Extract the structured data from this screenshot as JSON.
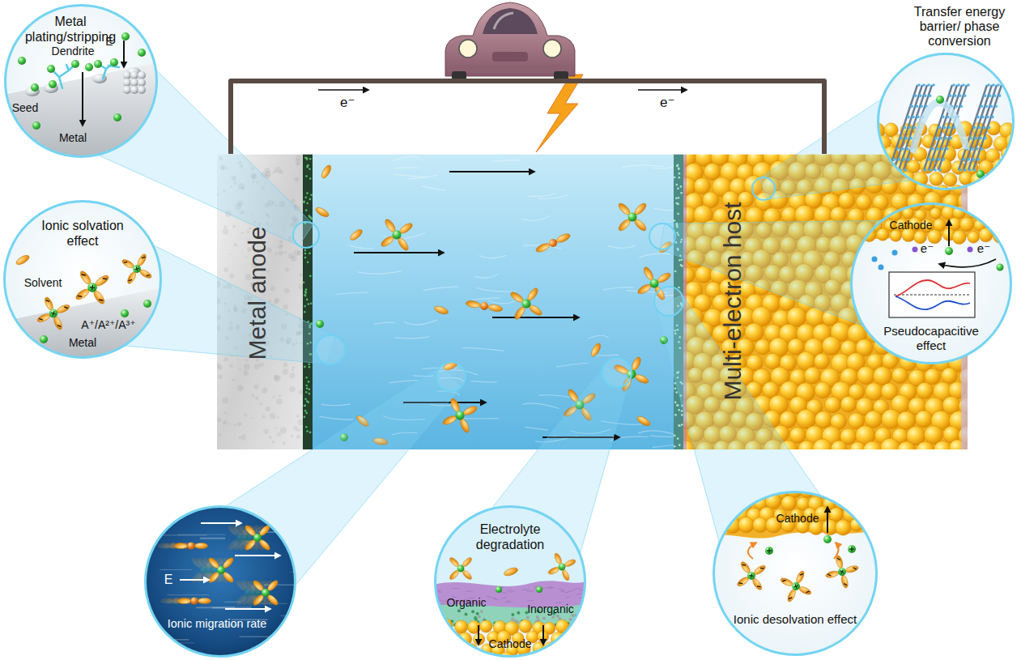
{
  "diagram": {
    "nodes": [
      {
        "text": [
          "Metal plating/stripping",
          "Dendrite",
          "E",
          "Seed",
          "Metal"
        ]
      },
      {
        "text": [
          "Transfer energy barrier/ phase conversion"
        ]
      },
      {
        "text": [
          "Ionic solvation effect",
          "Solvent",
          "A⁺/A²⁺/A³⁺",
          "Metal"
        ]
      },
      {
        "text": [
          "Metal anode"
        ]
      },
      {
        "text": [
          "Multi-electron host"
        ]
      },
      {
        "text": [
          "Pseudocapacitive effect",
          "Cathode",
          "e⁻",
          "e⁻"
        ]
      },
      {
        "text": [
          "Ionic migration rate",
          "E"
        ]
      },
      {
        "text": [
          "Electrolyte degradation",
          "Organic",
          "Inorganic",
          "Cathode"
        ]
      },
      {
        "text": [
          "Ionic desolvation effect",
          "Cathode"
        ]
      }
    ],
    "edges": [
      {
        "from": 3,
        "to": 4,
        "arrow": "none"
      }
    ],
    "labels": [
      "e⁻",
      "e⁻"
    ]
  }
}
